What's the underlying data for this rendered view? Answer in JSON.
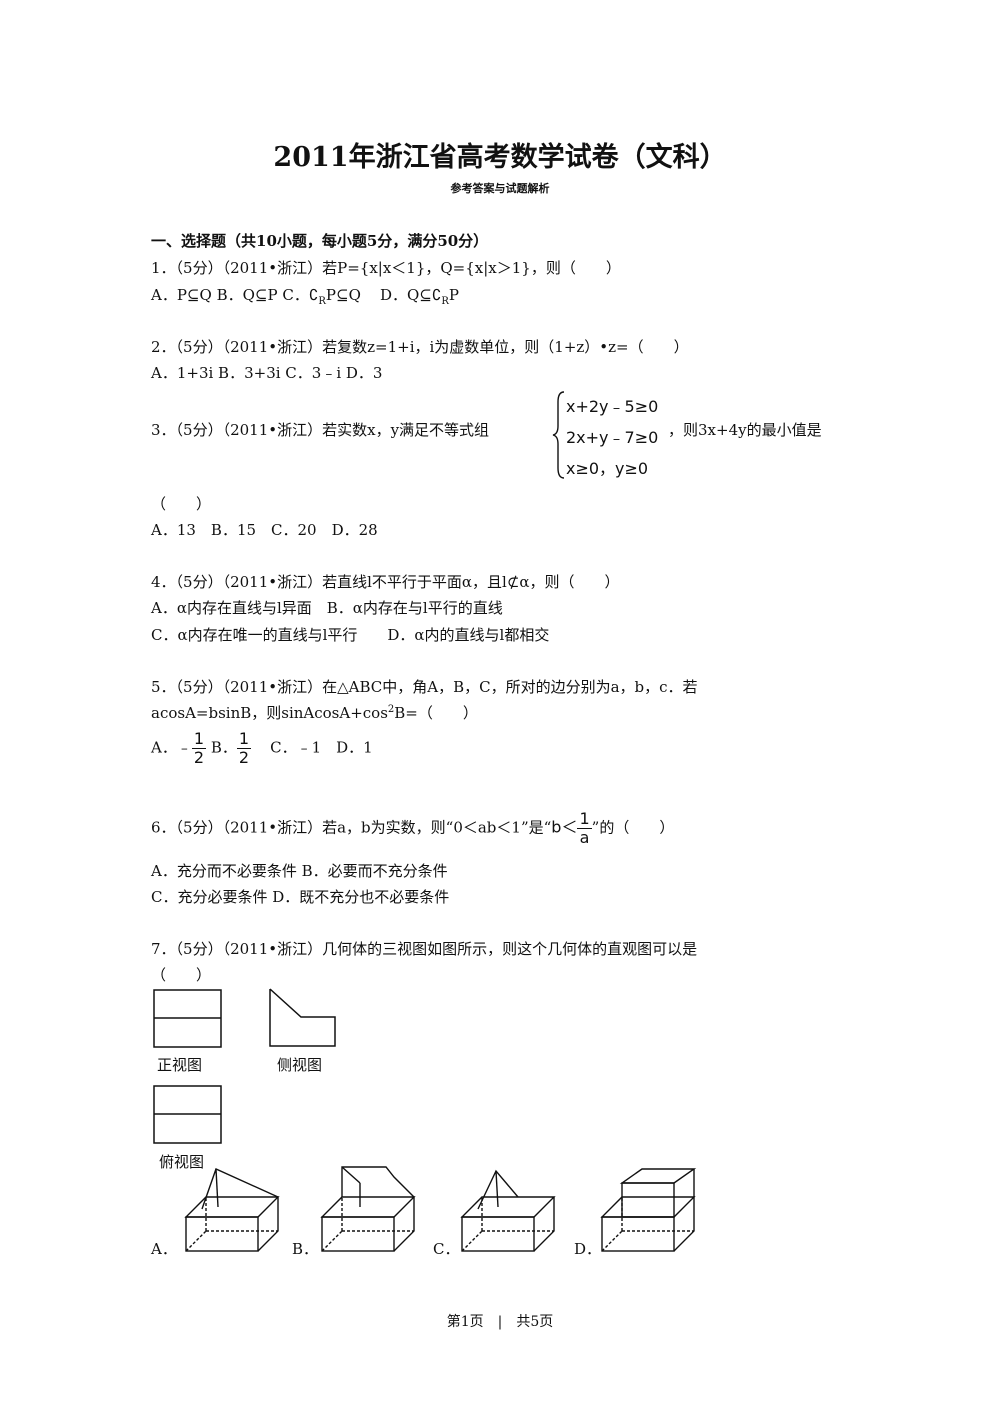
{
  "title": "2011年浙江省高考数学试卷（文科）",
  "subtitle": "参考答案与试题解析",
  "section1": "一、选择题（共10小题，每小题5分，满分50分）",
  "q1": {
    "stem": "1．（5分）（2011•浙江）若P={x|x＜1}，Q={x|x＞1}，则（　　）",
    "opt_a": "A．P⊆Q",
    "opt_b": "B．Q⊆P",
    "opt_c": "C．∁",
    "opt_c_sub": "R",
    "opt_c_tail": "P⊆Q",
    "opt_d": "D．Q⊆∁",
    "opt_d_sub": "R",
    "opt_d_tail": "P"
  },
  "q2": {
    "stem": "2．（5分）（2011•浙江）若复数z=1+i，i为虚数单位，则（1+z）•z=（　　）",
    "options": "A．1+3i B．3+3i C．3﹣i D．3"
  },
  "q3": {
    "stem": "3．（5分）（2011•浙江）若实数x，y满足不等式组",
    "sys1": "x+2y﹣5≥0",
    "sys2": "2x+y﹣7≥0",
    "sys3": "x≥0，y≥0",
    "tail": "，则3x+4y的最小值是",
    "paren": "（　　）",
    "options": "A．13　B．15　C．20　D．28"
  },
  "q4": {
    "stem": "4．（5分）（2011•浙江）若直线l不平行于平面α，且l⊄α，则（　　）",
    "line1": "A．α内存在直线与l异面　B．α内存在与l平行的直线",
    "line2": "C．α内存在唯一的直线与l平行　　D．α内的直线与l都相交"
  },
  "q5": {
    "stem": "5．（5分）（2011•浙江）在△ABC中，角A，B，C，所对的边分别为a，b，c．若",
    "line2a": "acosA=bsinB，则sinAcosA+cos",
    "line2sup": "2",
    "line2b": "B=（　　）",
    "opt_a": "A．﹣",
    "frac_num": "1",
    "frac_den": "2",
    "opt_b": "B．",
    "opt_cd": "C．﹣1　D．1"
  },
  "q6": {
    "stem": "6．（5分）（2011•浙江）若a，b为实数，则“0＜ab＜1”是“",
    "b_lt": "b＜",
    "frac_num": "1",
    "frac_den": "a",
    "tail": "”的（　　）",
    "line1": "A．充分而不必要条件 B．必要而不充分条件",
    "line2": "C．充分必要条件 D．既不充分也不必要条件"
  },
  "q7": {
    "stem": "7．（5分）（2011•浙江）几何体的三视图如图所示，则这个几何体的直观图可以是",
    "paren": "（　　）",
    "front_label": "正视图",
    "side_label": "侧视图",
    "top_label": "俯视图",
    "opt_a": "A．",
    "opt_b": "B．",
    "opt_c": "C．",
    "opt_d": "D．"
  },
  "footer": "第1页　|　共5页"
}
